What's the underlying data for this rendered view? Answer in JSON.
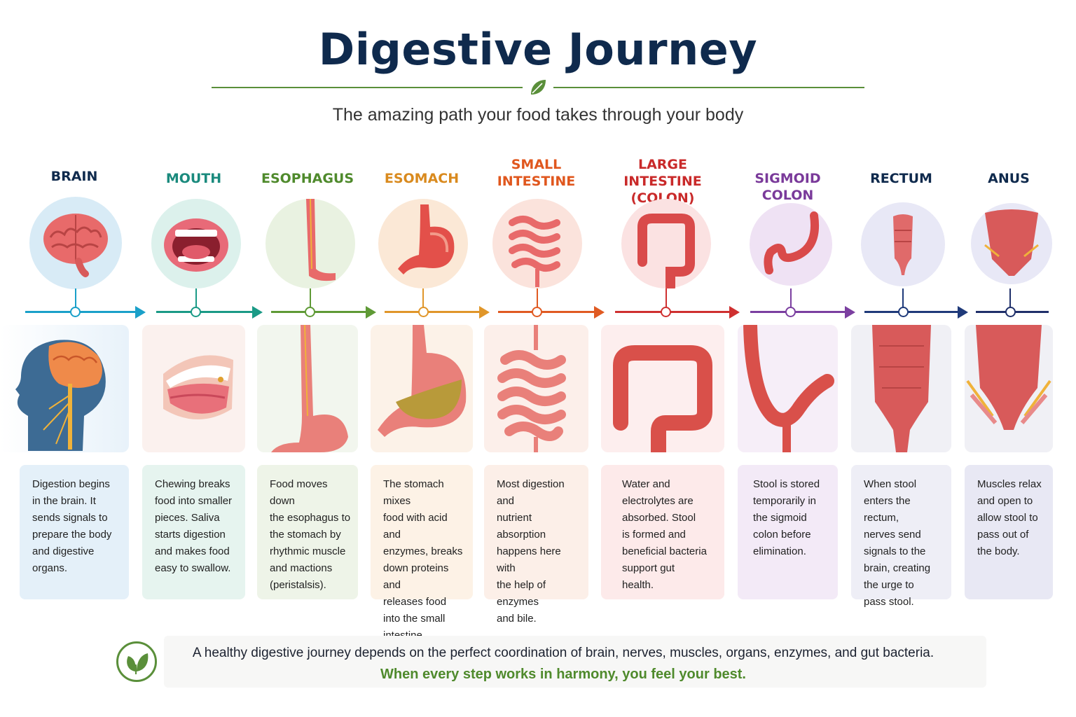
{
  "header": {
    "title": "Digestive Journey",
    "subtitle": "The amazing path your food takes through your body",
    "divider_icon": "leaf-icon",
    "accent_color": "#5a8f3a",
    "title_color": "#0f2a4d"
  },
  "stages": [
    {
      "label": "BRAIN",
      "color": "#0f2a4d",
      "line_color": "#1aa0c9",
      "icon": "brain-icon",
      "description": "Digestion begins\nin the brain. It\nsends signals to\nprepare the body\nand digestive\norgans."
    },
    {
      "label": "MOUTH",
      "color": "#1a8a7d",
      "line_color": "#1a9a86",
      "icon": "mouth-icon",
      "description": "Chewing breaks\nfood into smaller\npieces. Saliva\nstarts digestion\nand makes food\neasy to swallow."
    },
    {
      "label": "ESOPHAGUS",
      "color": "#4f8a2c",
      "line_color": "#5f9a36",
      "icon": "esophagus-icon",
      "description": "Food moves down\nthe esophagus to\nthe stomach by\nrhythmic muscle\nand mactions\n(peristalsis)."
    },
    {
      "label": "ESOMACH",
      "color": "#d98a1e",
      "line_color": "#e0962a",
      "icon": "stomach-icon",
      "description": "The stomach mixes\nfood with acid and\nenzymes, breaks\ndown proteins and\nreleases food\ninto the small\nintestine."
    },
    {
      "label": "SMALL\nINTESTINE",
      "color": "#e0571e",
      "line_color": "#e05a22",
      "icon": "small-intestine-icon",
      "description": "Most digestion and\nnutrient absorption\nhappens here with\nthe help of enzymes\nand bile."
    },
    {
      "label": "LARGE\nINTESTINE\n(COLON)",
      "color": "#c92a2a",
      "line_color": "#cf3030",
      "icon": "large-intestine-icon",
      "description": "Water and\nelectrolytes are\nabsorbed. Stool\nis formed and\nbeneficial bacteria\nsupport gut\nhealth."
    },
    {
      "label": "SIGMOID\nCOLON",
      "color": "#7a3a9a",
      "line_color": "#7b3fa0",
      "icon": "sigmoid-colon-icon",
      "description": "Stool is stored\ntemporarily in\nthe sigmoid\ncolon before\nelimination."
    },
    {
      "label": "RECTUM",
      "color": "#0f2a4d",
      "line_color": "#1f3a7a",
      "icon": "rectum-icon",
      "description": "When stool\nenters the rectum,\nnerves send\nsignals to the\nbrain, creating\nthe urge to\npass stool."
    },
    {
      "label": "ANUS",
      "color": "#0f2a4d",
      "line_color": "#1f2f6a",
      "icon": "anus-icon",
      "description": "Muscles relax\nand open to\nallow stool to\npass out of\nthe body."
    }
  ],
  "footer": {
    "line1": "A healthy digestive journey depends on the perfect coordination of brain, nerves, muscles, organs, enzymes, and gut bacteria.",
    "line2": "When every step works in harmony, you feel your best.",
    "icon": "leaf-icon"
  }
}
